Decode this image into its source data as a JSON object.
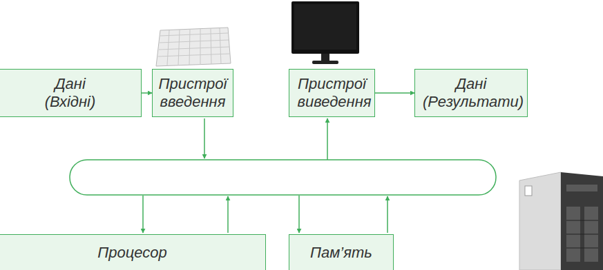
{
  "diagram": {
    "nodes": [
      {
        "text": [
          "Дані (Вхідні)"
        ]
      },
      {
        "text": [
          "Пристрої введення"
        ]
      },
      {
        "text": [
          "Пристрої виведення"
        ]
      },
      {
        "text": [
          "Дані (Результати)"
        ]
      },
      {
        "text": [
          "Процесор"
        ]
      },
      {
        "text": [
          "Пам’ять"
        ]
      }
    ],
    "edges": [
      {
        "from": 0,
        "to": 1,
        "arrow": "to"
      },
      {
        "from": 2,
        "to": 3,
        "arrow": "to"
      }
    ]
  }
}
